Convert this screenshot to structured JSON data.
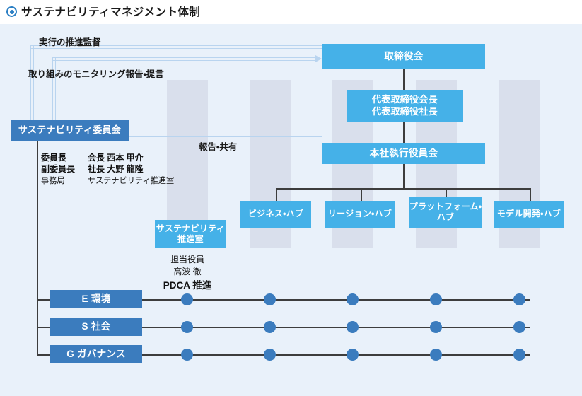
{
  "page": {
    "title": "サステナビリティマネジメント体制",
    "bullet_icon": "radio-bullet-icon",
    "background_color": "#e9f1fa",
    "band_color": "#d9dfec",
    "accent_light": "#45b1e8",
    "accent_dark": "#3b7cbe",
    "flow_line_color": "#b9d4ef"
  },
  "flows": [
    {
      "label": "実行の推進監督"
    },
    {
      "label": "取り組みのモニタリング報告・提言"
    },
    {
      "label": "報告・共有"
    }
  ],
  "boxes": {
    "board": "取締役会",
    "representative": "代表取締役会長\n代表取締役社長",
    "representative_line1": "代表取締役会長",
    "representative_line2": "代表取締役社長",
    "executive": "本社執行役員会",
    "committee": "サステナビリティ委員会",
    "office_line1": "サステナビリティ",
    "office_line2": "推進室"
  },
  "committee_members": [
    {
      "role": "委員長",
      "name": "会長 西本 甲介"
    },
    {
      "role": "副委員長",
      "name": "社長 大野 龍隆"
    },
    {
      "role": "事務局",
      "name": "サステナビリティ推進室"
    }
  ],
  "office_detail": {
    "line1": "担当役員",
    "line2": "高波 徹",
    "line3": "PDCA 推進"
  },
  "hubs": [
    {
      "label": "ビジネス・ハブ"
    },
    {
      "label": "リージョン・ハブ"
    },
    {
      "label": "プラットフォーム・\nハブ"
    },
    {
      "label": "モデル開発・ハブ"
    }
  ],
  "hub_labels": {
    "hub0": "ビジネス・ハブ",
    "hub1": "リージョン・ハブ",
    "hub2_line1": "プラットフォーム・",
    "hub2_line2": "ハブ",
    "hub3": "モデル開発・ハブ"
  },
  "esg_rows": [
    {
      "key": "E",
      "label": "E 環境"
    },
    {
      "key": "S",
      "label": "S 社会"
    },
    {
      "key": "G",
      "label": "G ガバナンス"
    }
  ],
  "matrix": {
    "columns": [
      "サステナビリティ推進室",
      "ビジネス・ハブ",
      "リージョン・ハブ",
      "プラットフォーム・ハブ",
      "モデル開発・ハブ"
    ],
    "rows": [
      "E 環境",
      "S 社会",
      "G ガバナンス"
    ],
    "marks": [
      [
        true,
        true,
        true,
        true,
        true
      ],
      [
        true,
        true,
        true,
        true,
        true
      ],
      [
        true,
        true,
        true,
        true,
        true
      ]
    ]
  }
}
